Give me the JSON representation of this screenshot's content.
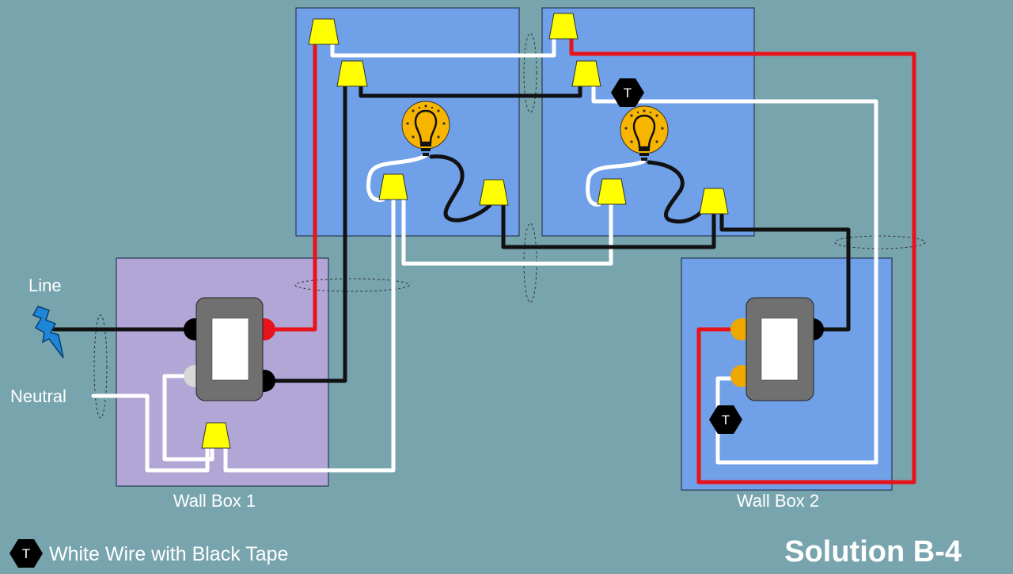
{
  "diagram": {
    "title": "Solution B-4",
    "labels": {
      "line": "Line",
      "neutral": "Neutral",
      "wall_box_1": "Wall Box 1",
      "wall_box_2": "Wall Box 2"
    },
    "legend": {
      "tape_marker_text": "T",
      "description": "White Wire with Black Tape"
    },
    "tape_marker_text": "T",
    "colors": {
      "background": "#78A4AE",
      "ceiling_box": "#6FA0E8",
      "wall_box_1": "#B2A6D6",
      "wall_box_2": "#6FA0E8",
      "hot_wire": "#111111",
      "neutral_wire": "#FFFFFF",
      "traveler_wire": "#E8131B",
      "wire_nut": "#FFFF00",
      "switch_body": "#707070",
      "lamp": "#F7B500",
      "line_bolt": "#1E86D8"
    },
    "icons": [
      "lightning-bolt-icon",
      "light-bulb-icon",
      "wire-nut-icon",
      "tape-marker-icon",
      "switch-icon"
    ]
  }
}
